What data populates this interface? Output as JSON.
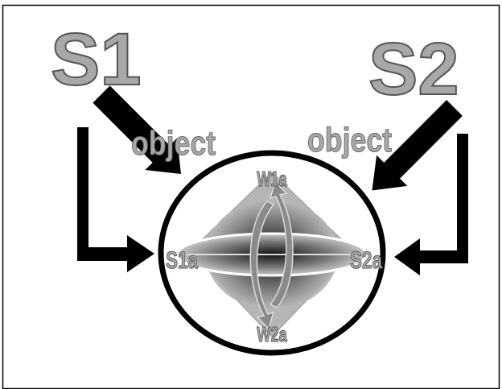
{
  "diagram": {
    "subject_left": "S1",
    "subject_right": "S2",
    "object_left": "object",
    "object_right": "object",
    "label_top": "W1a",
    "label_bottom": "W2a",
    "label_left": "S1a",
    "label_right": "S2a"
  }
}
